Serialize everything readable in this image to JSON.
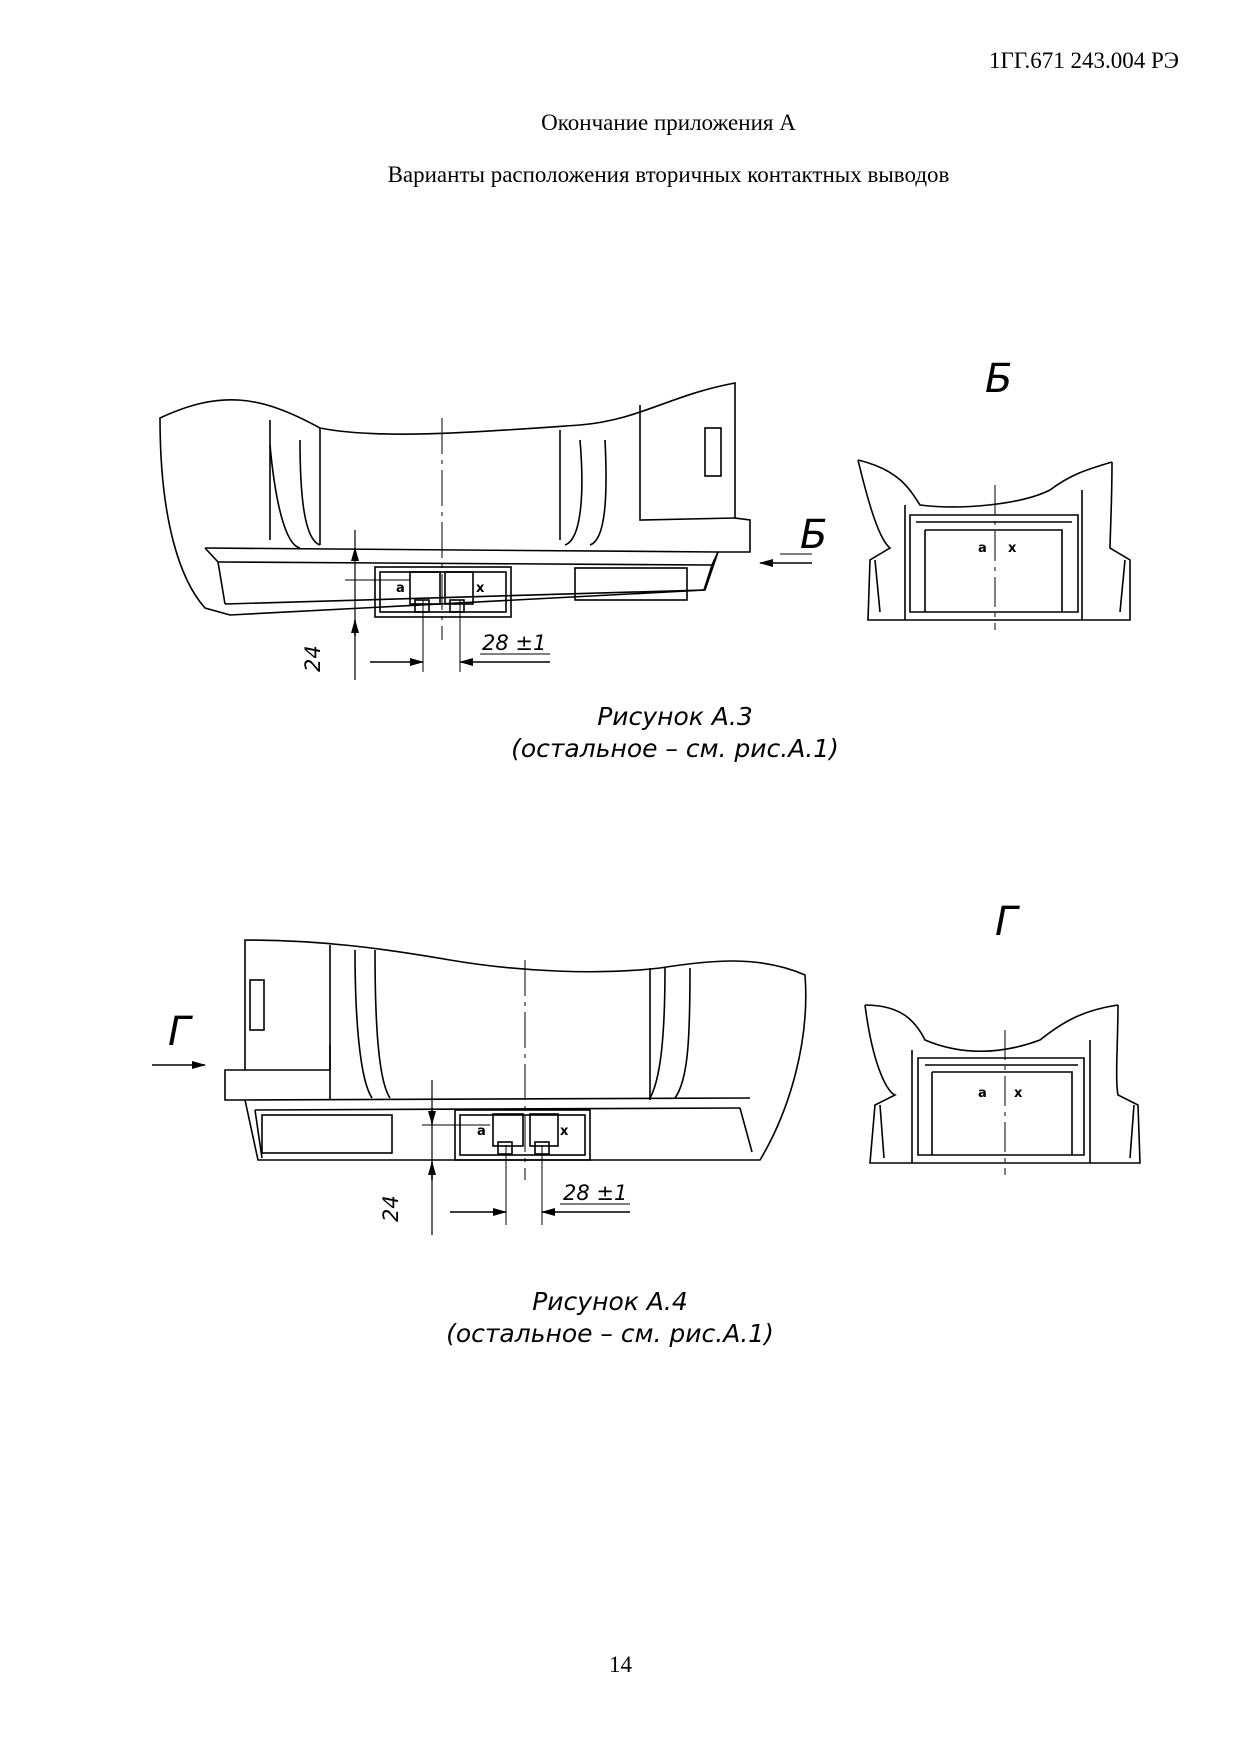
{
  "doc_code": "1ГГ.671 243.004 РЭ",
  "heading": "Окончание приложения А",
  "subheading": "Варианты расположения вторичных контактных выводов",
  "figure_a3": {
    "view_letter": "Б",
    "arrow_letter": "Б",
    "dim_height": "24",
    "dim_spacing": "28 ±1",
    "terminal_a": "a",
    "terminal_x": "x",
    "caption_line1": "Рисунок А.3",
    "caption_line2": "(остальное – см. рис.А.1)"
  },
  "figure_a4": {
    "view_letter": "Г",
    "arrow_letter": "Г",
    "dim_height": "24",
    "dim_spacing": "28 ±1",
    "terminal_a": "a",
    "terminal_x": "x",
    "caption_line1": "Рисунок А.4",
    "caption_line2": "(остальное – см. рис.А.1)"
  },
  "page_number": "14"
}
